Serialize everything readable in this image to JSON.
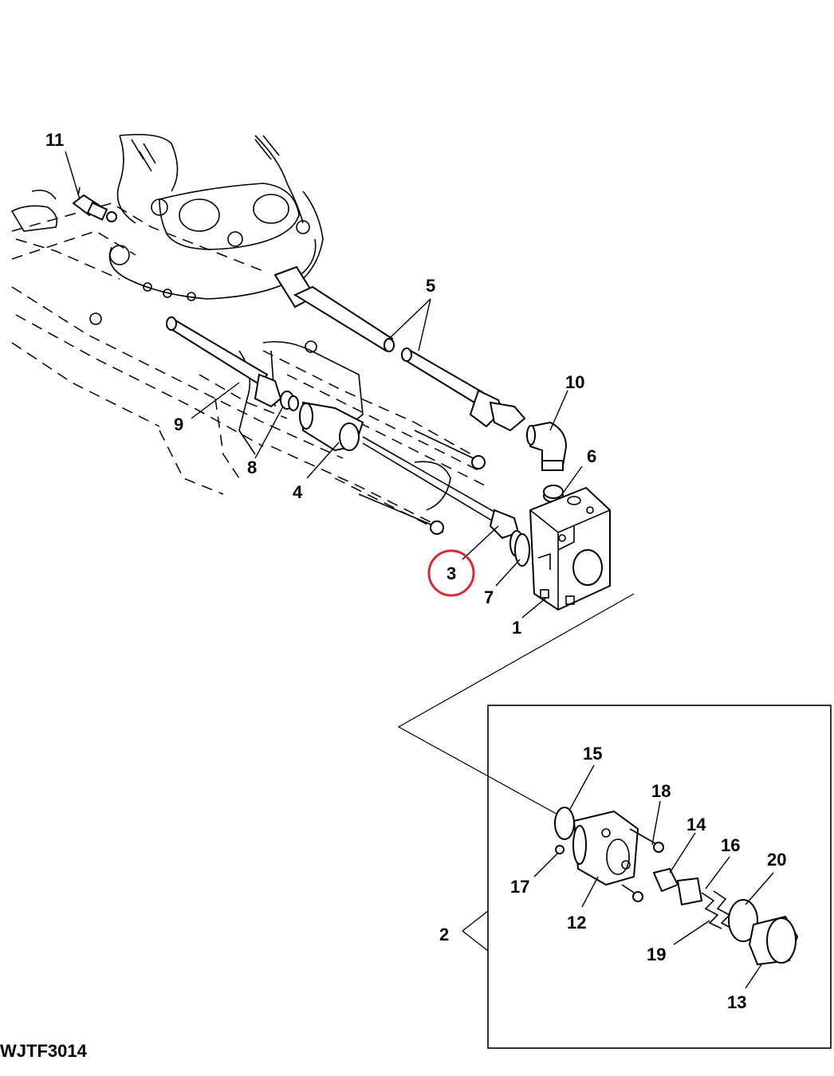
{
  "figure_id": "WJTF3014",
  "callouts": [
    "1",
    "2",
    "3",
    "4",
    "5",
    "6",
    "7",
    "8",
    "9",
    "10",
    "11",
    "12",
    "13",
    "14",
    "15",
    "16",
    "17",
    "18",
    "19",
    "20"
  ],
  "highlight": {
    "callout": "3",
    "color": "#d62b35"
  },
  "detail_inset": {
    "label": "2"
  }
}
